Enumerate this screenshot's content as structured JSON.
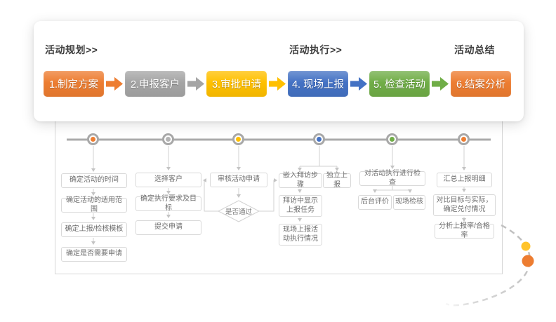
{
  "card": {
    "phases": [
      {
        "label": "活动规划>>"
      },
      {
        "label": "活动执行>>"
      },
      {
        "label": "活动总结"
      }
    ],
    "steps": [
      {
        "label": "1.制定方案",
        "color": "#ED7D31"
      },
      {
        "label": "2.申报客户",
        "color": "#A5A5A5"
      },
      {
        "label": "3.审批申请",
        "color": "#FFC000"
      },
      {
        "label": "4. 现场上报",
        "color": "#4472C4"
      },
      {
        "label": "5. 检查活动",
        "color": "#70AD47"
      },
      {
        "label": "6.结案分析",
        "color": "#ED7D31"
      }
    ]
  },
  "diagram": {
    "decision": "是否通过",
    "columns": [
      {
        "dot_color": "#ED7D31",
        "boxes": [
          "确定活动的时间",
          "确定活动的适用范围",
          "确定上报/检核模板",
          "确定是否需要申请"
        ]
      },
      {
        "dot_color": "#B3B3B3",
        "boxes": [
          "选择客户",
          "确定执行要求及目标",
          "提交申请"
        ]
      },
      {
        "dot_color": "#FFC000",
        "boxes": [
          "审核活动申请"
        ]
      },
      {
        "dot_color": "#4472C4",
        "boxes": [
          "嵌入拜访步骤",
          "独立上报",
          "拜访中显示上报任务",
          "现场上报活动执行情况"
        ]
      },
      {
        "dot_color": "#70AD47",
        "boxes": [
          "对活动执行进行检查",
          "后台评价",
          "现场检核"
        ]
      },
      {
        "dot_color": "#ED7D31",
        "boxes": [
          "汇总上报明细",
          "对比目标与实际，确定兑付情况",
          "分析上报率/合格率"
        ]
      }
    ]
  },
  "decor": {
    "dot_small_color": "#FFC32A",
    "dot_large_color": "#ED7D31",
    "arc_color": "#c4c4c4"
  }
}
